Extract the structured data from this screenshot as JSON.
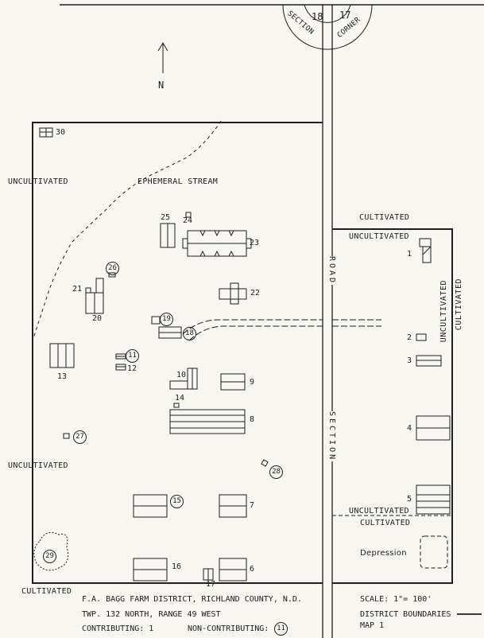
{
  "north": {
    "label": "N"
  },
  "section_corner": {
    "left_number": "18",
    "right_number": "17",
    "left_word": "SECTION",
    "right_word": "CORNER"
  },
  "labels": {
    "uncultivated_top_left": "UNCULTIVATED",
    "ephemeral_stream": "EPHEMERAL STREAM",
    "cultivated_right_top": "CULTIVATED",
    "uncultivated_right_top": "UNCULTIVATED",
    "uncultivated_right_vertical": "UNCULTIVATED",
    "cultivated_right_vertical": "CULTIVATED",
    "road": "ROAD",
    "section": "SECTION",
    "uncultivated_left_mid": "UNCULTIVATED",
    "uncultivated_right_bottom": "UNCULTIVATED",
    "cultivated_right_bottom": "CULTIVATED",
    "depression": "Depression",
    "cultivated_bottom_left": "CULTIVATED"
  },
  "features": {
    "f1": "1",
    "f2": "2",
    "f3": "3",
    "f4": "4",
    "f5": "5",
    "f6": "6",
    "f7": "7",
    "f8": "8",
    "f9": "9",
    "f10": "10",
    "f11": "11",
    "f12": "12",
    "f13": "13",
    "f14": "14",
    "f15": "15",
    "f16": "16",
    "f17": "17",
    "f18": "18",
    "f19": "19",
    "f20": "20",
    "f21": "21",
    "f22": "22",
    "f23": "23",
    "f24": "24",
    "f25": "25",
    "f26": "26",
    "f27": "27",
    "f28": "28",
    "f29": "29",
    "f30": "30"
  },
  "title_block": {
    "line1": "F.A. BAGG FARM DISTRICT, RICHLAND COUNTY, N.D.",
    "line2": "TWP. 132 NORTH,  RANGE 49 WEST",
    "contributing": "CONTRIBUTING: 1",
    "non_contributing_label": "NON-CONTRIBUTING:",
    "non_contributing_value": "11"
  },
  "legend": {
    "scale": "SCALE: 1\"= 100'",
    "boundaries": "DISTRICT BOUNDARIES",
    "map_number": "MAP 1"
  }
}
